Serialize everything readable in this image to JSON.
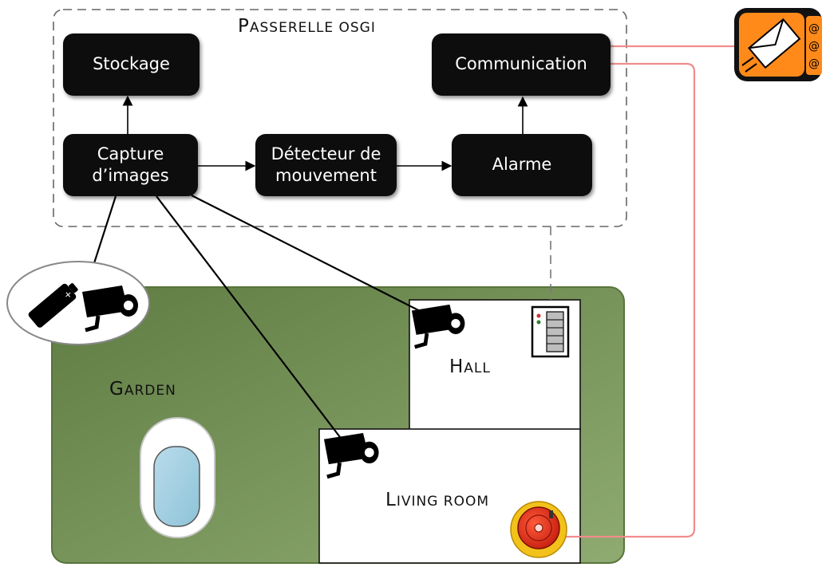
{
  "gateway": {
    "title": "Passerelle OSGi",
    "nodes": {
      "stockage": "Stockage",
      "communication": "Communication",
      "capture_line1": "Capture",
      "capture_line2": "d’images",
      "detecteur_line1": "Détecteur de",
      "detecteur_line2": "mouvement",
      "alarme": "Alarme"
    }
  },
  "house": {
    "garden_label": "Garden",
    "hall_label": "Hall",
    "living_room_label": "Living room"
  },
  "colors": {
    "node_fill": "#0d0d0d",
    "garden_fill": "#6b8a4e",
    "alarm_link": "#f08c8c",
    "email_badge": "#ff8a1a"
  },
  "icons": [
    "battery-icon",
    "camera-icon",
    "email-icon",
    "alarm-panel-icon",
    "alarm-bell-icon",
    "pool-icon"
  ]
}
